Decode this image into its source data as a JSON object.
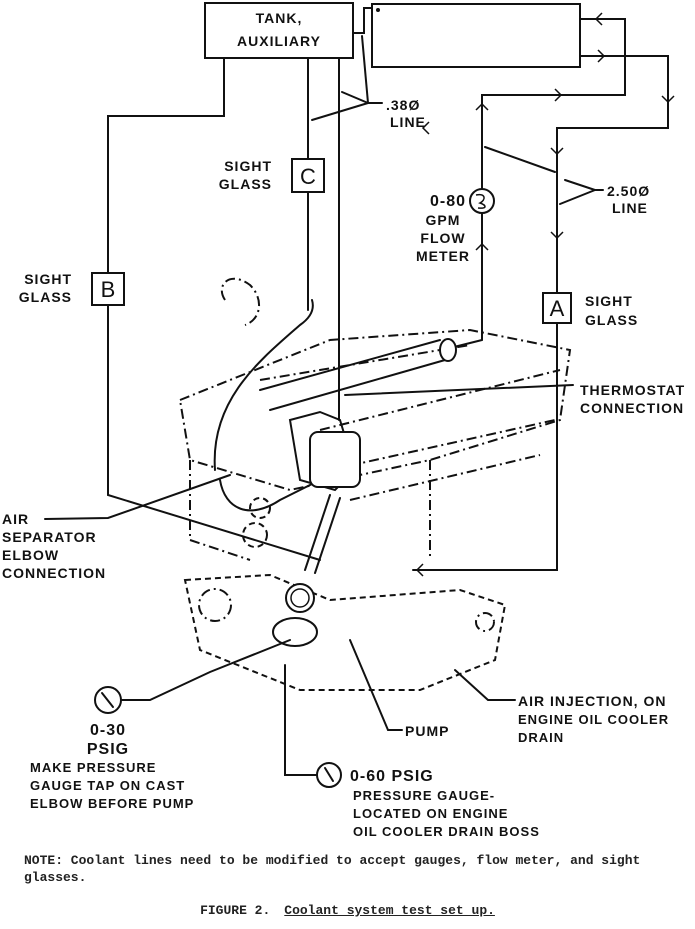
{
  "figure": {
    "number_label": "FIGURE 2.",
    "title": "Coolant system test set up."
  },
  "note": "NOTE:  Coolant lines need to be modified to accept gauges, flow meter, and sight glasses.",
  "components": {
    "tank": {
      "line1": "TANK,",
      "line2": "AUXILIARY"
    },
    "radiator_box": {
      "label": ""
    },
    "line_038": {
      "value": ".38Ø",
      "unit": "LINE"
    },
    "line_250": {
      "value": "2.50Ø",
      "unit": "LINE"
    },
    "flow_meter": {
      "range": "0-80",
      "unit": "GPM",
      "line3": "FLOW",
      "line4": "METER",
      "icon": "flow-meter-icon"
    },
    "sight_glass_a": {
      "letter": "A",
      "line1": "SIGHT",
      "line2": "GLASS"
    },
    "sight_glass_b": {
      "letter": "B",
      "line1": "SIGHT",
      "line2": "GLASS"
    },
    "sight_glass_c": {
      "letter": "C",
      "line1": "SIGHT",
      "line2": "GLASS"
    },
    "thermostat": {
      "line1": "THERMOSTAT",
      "line2": "CONNECTION"
    },
    "air_separator": {
      "line1": "AIR",
      "line2": "SEPARATOR",
      "line3": "ELBOW",
      "line4": "CONNECTION"
    },
    "gauge_030": {
      "range": "0-30",
      "unit": "PSIG",
      "desc1": "MAKE PRESSURE",
      "desc2": "GAUGE TAP ON CAST",
      "desc3": "ELBOW BEFORE PUMP",
      "icon": "pressure-gauge-icon"
    },
    "pump": {
      "label": "PUMP"
    },
    "air_injection": {
      "line1": "AIR INJECTION, ON",
      "line2": "ENGINE OIL COOLER",
      "line3": "DRAIN"
    },
    "gauge_060": {
      "range": "0-60 PSIG",
      "desc1": "PRESSURE GAUGE-",
      "desc2": "LOCATED ON ENGINE",
      "desc3": "OIL COOLER DRAIN BOSS",
      "icon": "pressure-gauge-icon"
    }
  }
}
